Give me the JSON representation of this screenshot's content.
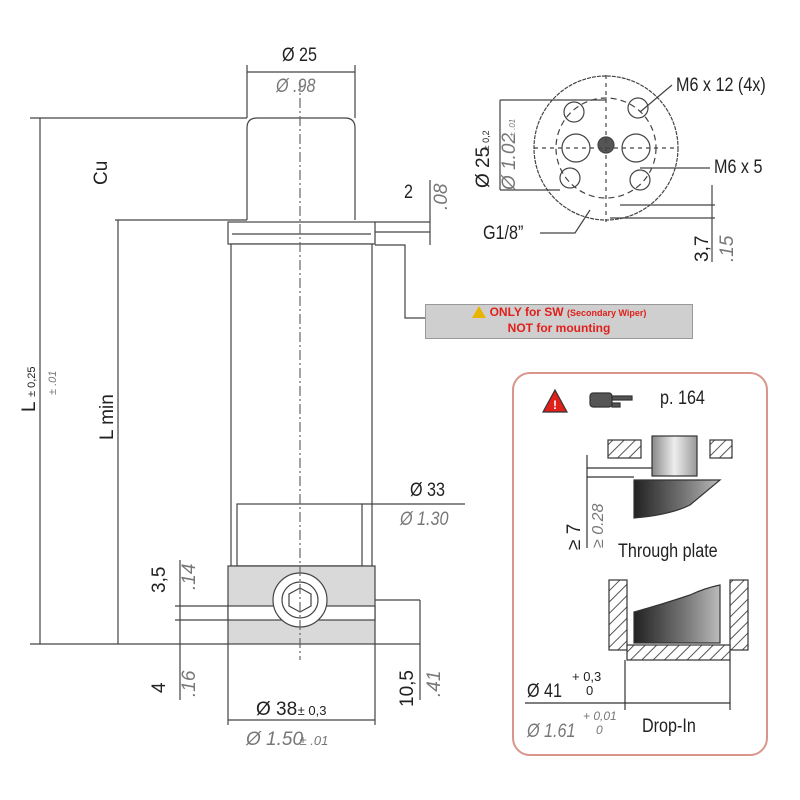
{
  "top_view": {
    "dia_top": "Ø 25",
    "dia_top_in": "Ø .98",
    "cu_label": "Cu",
    "flange_mm": "2",
    "flange_in": ".08",
    "length_label": "L",
    "length_tol": "± 0,25",
    "length_tol_in": "± .01",
    "lmin_label": "L min",
    "dia_block": "Ø 33",
    "dia_block_in": "Ø 1.30",
    "offset_mm": "3,5",
    "offset_in": ".14",
    "bottom_mm": "4",
    "bottom_in": ".16",
    "height_mm": "10,5",
    "height_in": ".41",
    "dia_base": "Ø 38",
    "dia_base_tol": "± 0,3",
    "dia_base_in": "Ø 1.50",
    "dia_base_tol_in": "± .01"
  },
  "end_view": {
    "dia": "Ø 25",
    "dia_tol": "± 0,2",
    "dia_in": "Ø 1.02",
    "dia_tol_in": "± .01",
    "thread1": "M6 x 12 (4x)",
    "thread2": "M6 x 5",
    "port": "G1/8”",
    "depth_mm": "3,7",
    "depth_in": ".15"
  },
  "warning": {
    "line1_bold": "ONLY for SW",
    "line1_sub": "(Secondary Wiper)",
    "line2": "NOT for mounting"
  },
  "mounting_note": {
    "page_ref": "p. 164",
    "through_plate_label": "Through plate",
    "min_thickness_mm": "≥ 7",
    "min_thickness_in": "≥ 0.28",
    "drop_in_label": "Drop-In",
    "bore_dia": "Ø 41",
    "bore_tol_plus": "+ 0,3",
    "bore_tol_minus": "0",
    "bore_dia_in": "Ø 1.61",
    "bore_tol_plus_in": "+ 0,01",
    "bore_tol_minus_in": "0"
  },
  "colors": {
    "warning_red": "#e0201b",
    "note_border": "#d9958a"
  }
}
